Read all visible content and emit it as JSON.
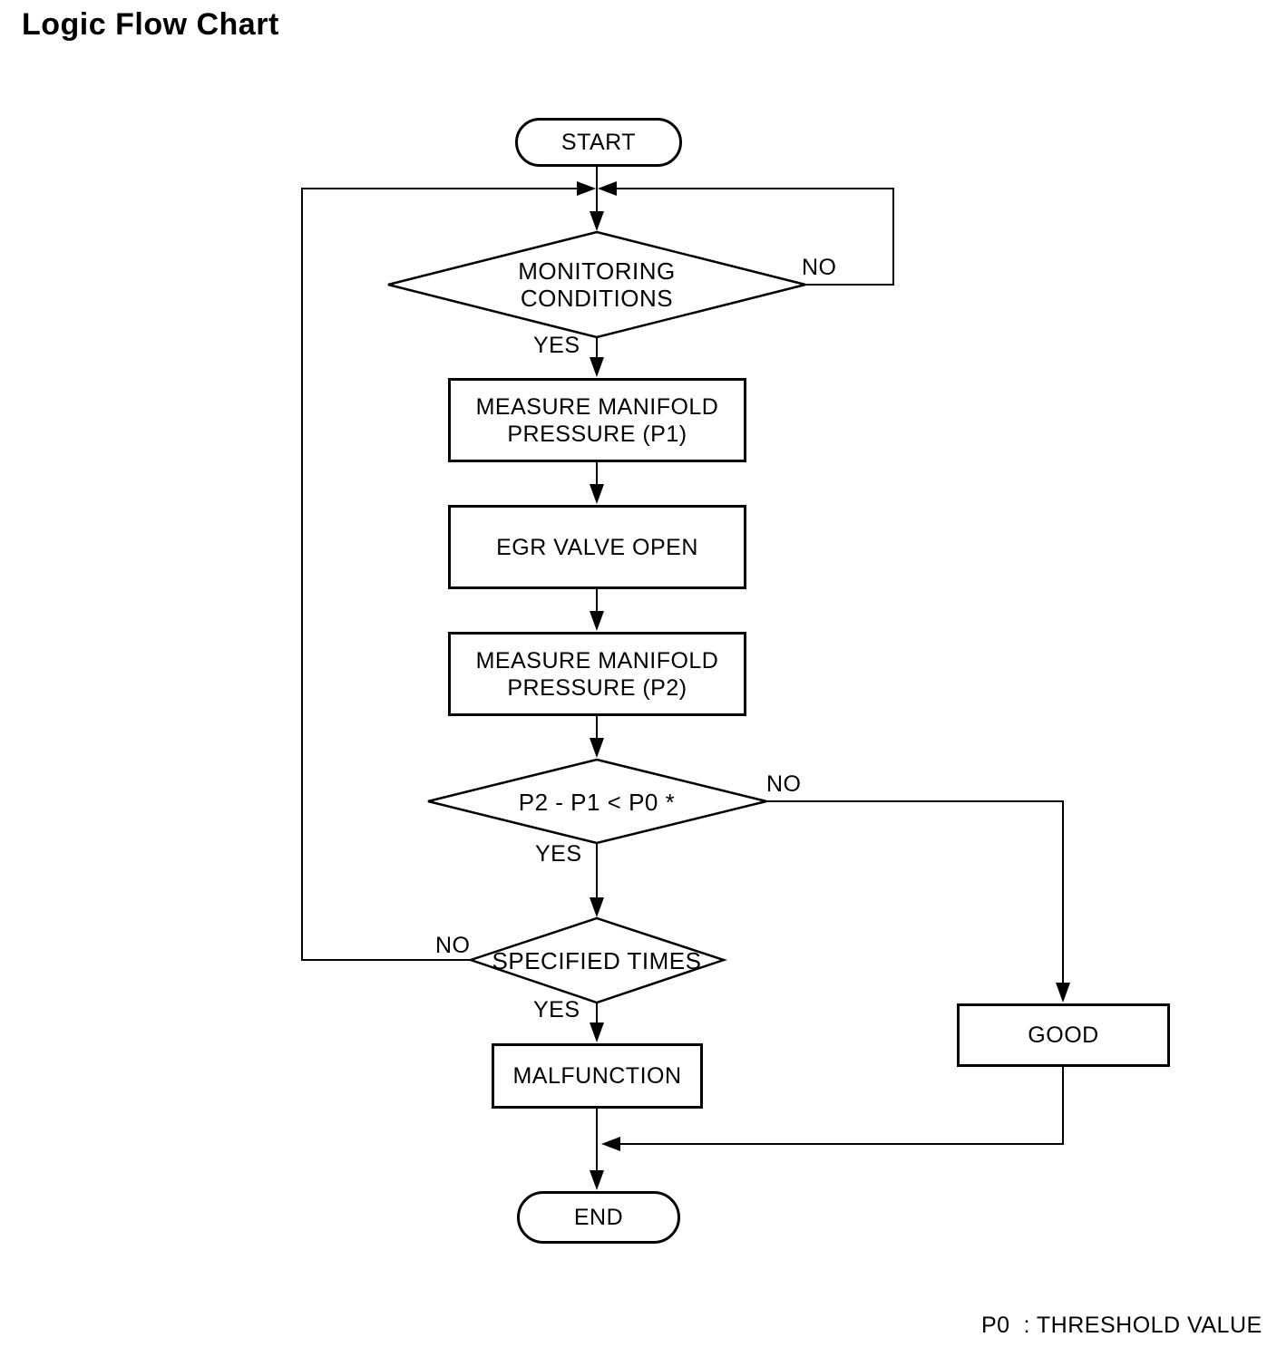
{
  "page": {
    "title": "Logic Flow Chart",
    "footnote": "P0  : THRESHOLD VALUE"
  },
  "nodes": {
    "start": {
      "type": "terminator",
      "label": "START"
    },
    "monitoring_conditions": {
      "type": "decision",
      "label": "MONITORING\nCONDITIONS"
    },
    "measure_p1": {
      "type": "process",
      "label": "MEASURE MANIFOLD\nPRESSURE (P1)"
    },
    "egr_valve_open": {
      "type": "process",
      "label": "EGR VALVE OPEN"
    },
    "measure_p2": {
      "type": "process",
      "label": "MEASURE MANIFOLD\nPRESSURE (P2)"
    },
    "pressure_compare": {
      "type": "decision",
      "label": "P2 - P1 < P0 *"
    },
    "specified_times": {
      "type": "decision",
      "label": "SPECIFIED TIMES"
    },
    "malfunction": {
      "type": "process",
      "label": "MALFUNCTION"
    },
    "good": {
      "type": "process",
      "label": "GOOD"
    },
    "end": {
      "type": "terminator",
      "label": "END"
    }
  },
  "edge_labels": {
    "monitoring_no": "NO",
    "monitoring_yes": "YES",
    "compare_no": "NO",
    "compare_yes": "YES",
    "times_no": "NO",
    "times_yes": "YES"
  },
  "colors": {
    "line": "#000000",
    "background": "#ffffff"
  }
}
